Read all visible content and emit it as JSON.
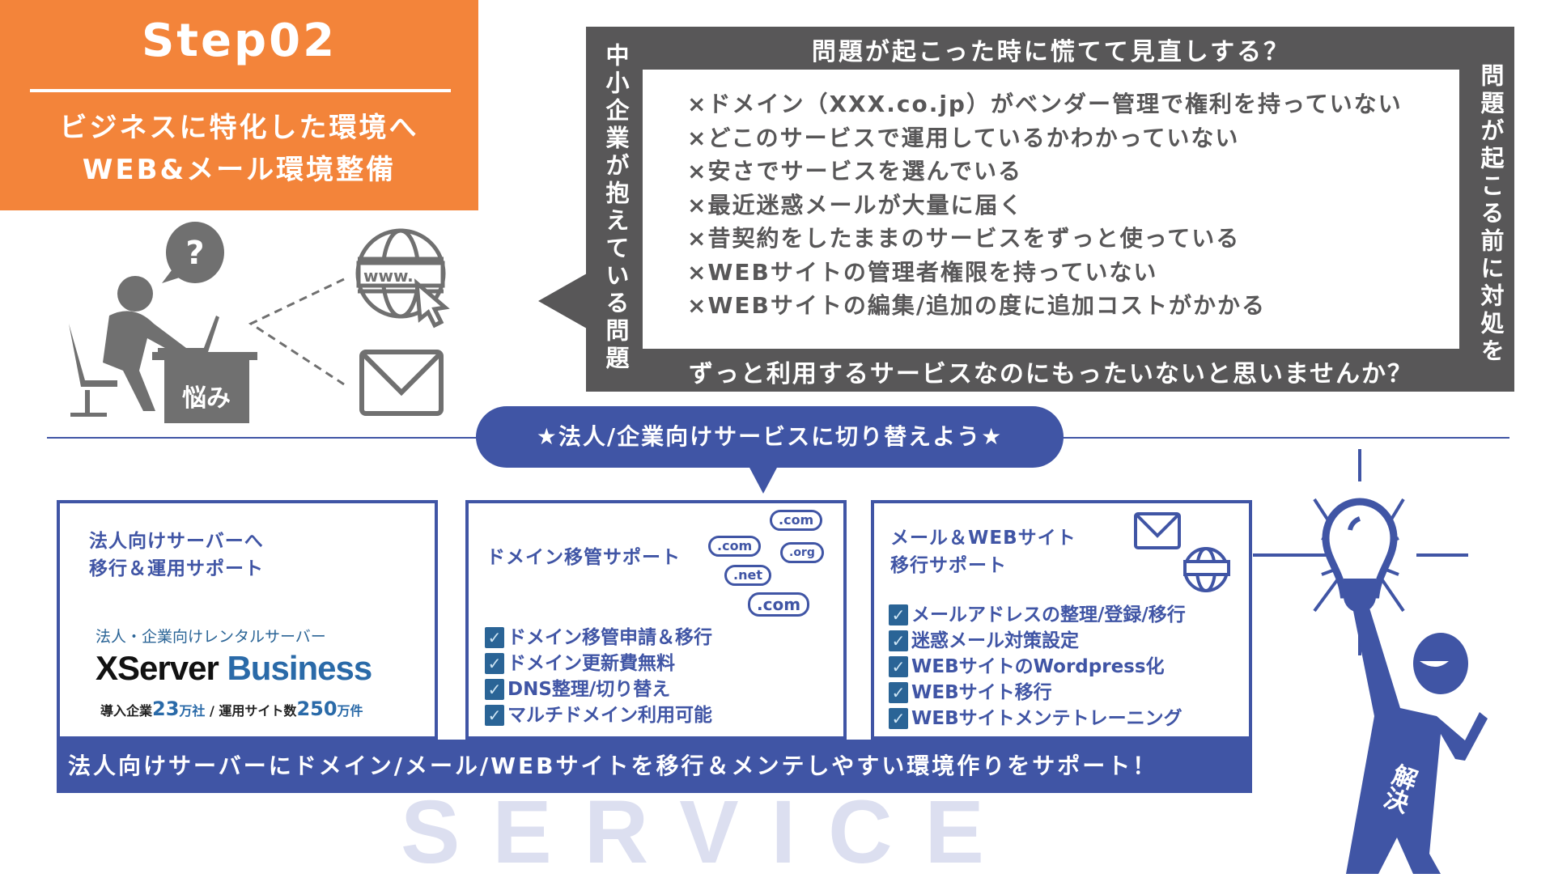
{
  "header": {
    "step": "Step02",
    "subtitle_1": "ビジネスに特化した環境へ",
    "subtitle_2": "WEB&メール環境整備"
  },
  "illustration": {
    "desk_label": "悩み",
    "question_mark": "?",
    "www_label": "www."
  },
  "problems": {
    "top_text": "問題が起こった時に慌てて見直しする？",
    "left_vertical": "中小企業が抱えている問題",
    "right_vertical": "問題が起こる前に対処を",
    "bottom_text": "ずっと利用するサービスなのにもったいないと思いませんか？",
    "items": [
      "×ドメイン（XXX.co.jp）がベンダー管理で権利を持っていない",
      "×どこのサービスで運用しているかわかっていない",
      "×安さでサービスを選んでいる",
      "×最近迷惑メールが大量に届く",
      "×昔契約をしたままのサービスをずっと使っている",
      "×WEBサイトの管理者権限を持っていない",
      "×WEBサイトの編集/追加の度に追加コストがかかる"
    ]
  },
  "callout": "★法人/企業向けサービスに切り替えよう★",
  "cards": [
    {
      "title_1": "法人向けサーバーへ",
      "title_2": "移行＆運用サポート",
      "logo_tagline": "法人・企業向けレンタルサーバー",
      "logo_x": "XServer",
      "logo_business": "Business",
      "stats": {
        "label1": "導入企業",
        "num1": "23",
        "unit1": "万社",
        "sep": " / ",
        "label2": "運用サイト数",
        "num2": "250",
        "unit2": "万件"
      }
    },
    {
      "title": "ドメイン移管サポート",
      "domains": [
        ".com",
        ".com",
        ".org",
        ".net",
        ".com"
      ],
      "checks": [
        "ドメイン移管申請＆移行",
        "ドメイン更新費無料",
        "DNS整理/切り替え",
        "マルチドメイン利用可能"
      ]
    },
    {
      "title_1": "メール＆WEBサイト",
      "title_2": "移行サポート",
      "checks": [
        "メールアドレスの整理/登録/移行",
        "迷惑メール対策設定",
        "WEBサイトのWordpress化",
        "WEBサイト移行",
        "WEBサイトメンテトレーニング"
      ]
    }
  ],
  "check_glyph": "✓",
  "banner": "法人向けサーバーにドメイン/メール/WEBサイトを移行＆メンテしやすい環境作りをサポート！",
  "watermark": "SERVICE",
  "solution_label": "解決",
  "colors": {
    "orange": "#f3843a",
    "gray": "#585758",
    "blue": "#4055a5",
    "watermark": "#dcdff0"
  }
}
